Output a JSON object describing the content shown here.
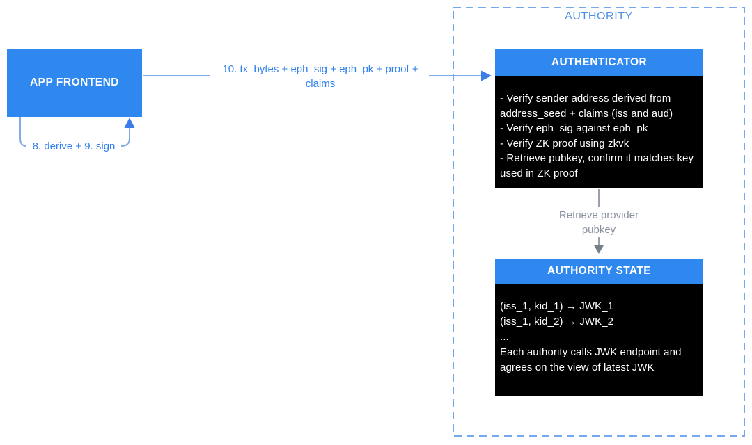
{
  "diagram": {
    "nodes": {
      "app_frontend": {
        "label": "APP FRONTEND"
      },
      "authority_container": {
        "title": "AUTHORITY"
      },
      "authenticator": {
        "title": "AUTHENTICATOR",
        "body_lines": [
          "- Verify sender address derived from address_seed + claims (iss and aud)",
          "- Verify eph_sig against eph_pk",
          "- Verify ZK proof using zkvk",
          "- Retrieve pubkey, confirm it matches key used in ZK proof"
        ]
      },
      "authority_state": {
        "title": "AUTHORITY STATE",
        "body_lines": [
          "(iss_1, kid_1) → JWK_1",
          "(iss_1, kid_2) → JWK_2",
          "...",
          "Each authority calls JWK endpoint and agrees on the view of latest JWK"
        ]
      }
    },
    "edges": {
      "tx_arrow": {
        "label": "10. tx_bytes + eph_sig + eph_pk + proof + claims",
        "direction": "app_frontend -> authenticator"
      },
      "self_loop": {
        "label": "8. derive + 9. sign",
        "direction": "app_frontend -> app_frontend"
      },
      "retrieve_arrow": {
        "label": "Retrieve provider pubkey",
        "direction": "authenticator -> authority_state"
      }
    },
    "colors": {
      "node_blue": "#2F88F0",
      "label_blue": "#2F80ED",
      "connector_light_blue": "#82ABE6",
      "arrowhead_blue": "#3B7DE8",
      "dashed_border_blue": "#74A9F0",
      "authority_title_blue": "#4A90E2",
      "gray_text": "#8A919E",
      "gray_line": "#9AA0AA",
      "gray_arrowhead": "#778088",
      "node_body_black": "#000000",
      "node_text_white": "#FFFFFF",
      "background": "#FFFFFF"
    }
  }
}
